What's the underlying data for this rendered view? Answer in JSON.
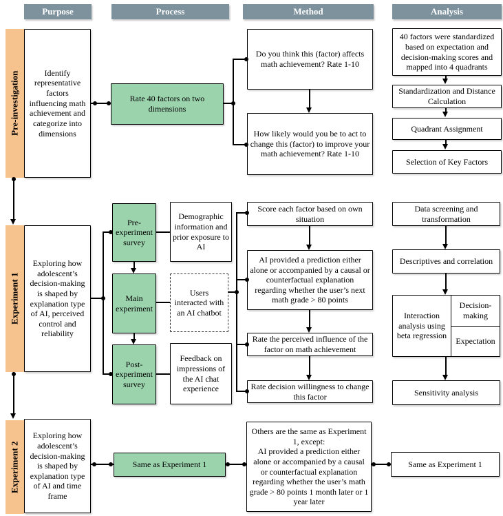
{
  "theme": {
    "header_bg": "#7d929d",
    "header_text": "#ffffff",
    "row_label_bg": "#f6c28e",
    "process_green": "#9bd3ad",
    "line_color": "#000000"
  },
  "columns": {
    "purpose": "Purpose",
    "process": "Process",
    "method": "Method",
    "analysis": "Analysis"
  },
  "rows": {
    "pre": {
      "label": "Pre-investigation",
      "purpose": "Identify representative factors influencing math achievement and categorize into dimensions",
      "process": "Rate 40 factors on two dimensions",
      "method": [
        "Do you think this (factor) affects math achievement? Rate 1-10",
        "How likely would you be to act to change this (factor) to improve your math achievement? Rate 1-10"
      ],
      "analysis": [
        "40 factors were standardized based on expectation and decision-making scores and mapped into 4 quadrants",
        "Standardization and Distance Calculation",
        "Quadrant Assignment",
        "Selection of Key Factors"
      ]
    },
    "exp1": {
      "label": "Experiment 1",
      "purpose": "Exploring how adolescent’s decision-making is shaped by explanation type of AI, perceived control and reliability",
      "process_steps": [
        "Pre-experiment survey",
        "Main experiment",
        "Post-experiment survey"
      ],
      "process_details": [
        "Demographic information and prior exposure to AI",
        "Users interacted with an AI chatbot",
        "Feedback on impressions of the AI chat experience"
      ],
      "method": [
        "Score each factor based on own situation",
        "AI provided a prediction either alone or accompanied by a causal or counterfactual explanation regarding whether the user’s next math grade > 80 points",
        "Rate the perceived influence of the factor on math achievement",
        "Rate decision willingness to change this factor"
      ],
      "analysis": {
        "step1": "Data screening and transformation",
        "step2": "Descriptives and correlation",
        "interaction": "Interaction analysis using beta regression",
        "cell_top": "Decision-making",
        "cell_bottom": "Expectation",
        "step4": "Sensitivity analysis"
      }
    },
    "exp2": {
      "label": "Experiment 2",
      "purpose": "Exploring how adolescent’s decision-making is shaped by explanation type of AI and time frame",
      "process": "Same as Experiment 1",
      "method": "Others are the same as Experiment 1, except:\nAI provided a prediction either alone or accompanied by a causal or counterfactual explanation regarding whether the user’s math grade > 80 points 1 month later or 1 year later",
      "analysis": "Same as Experiment 1"
    }
  }
}
